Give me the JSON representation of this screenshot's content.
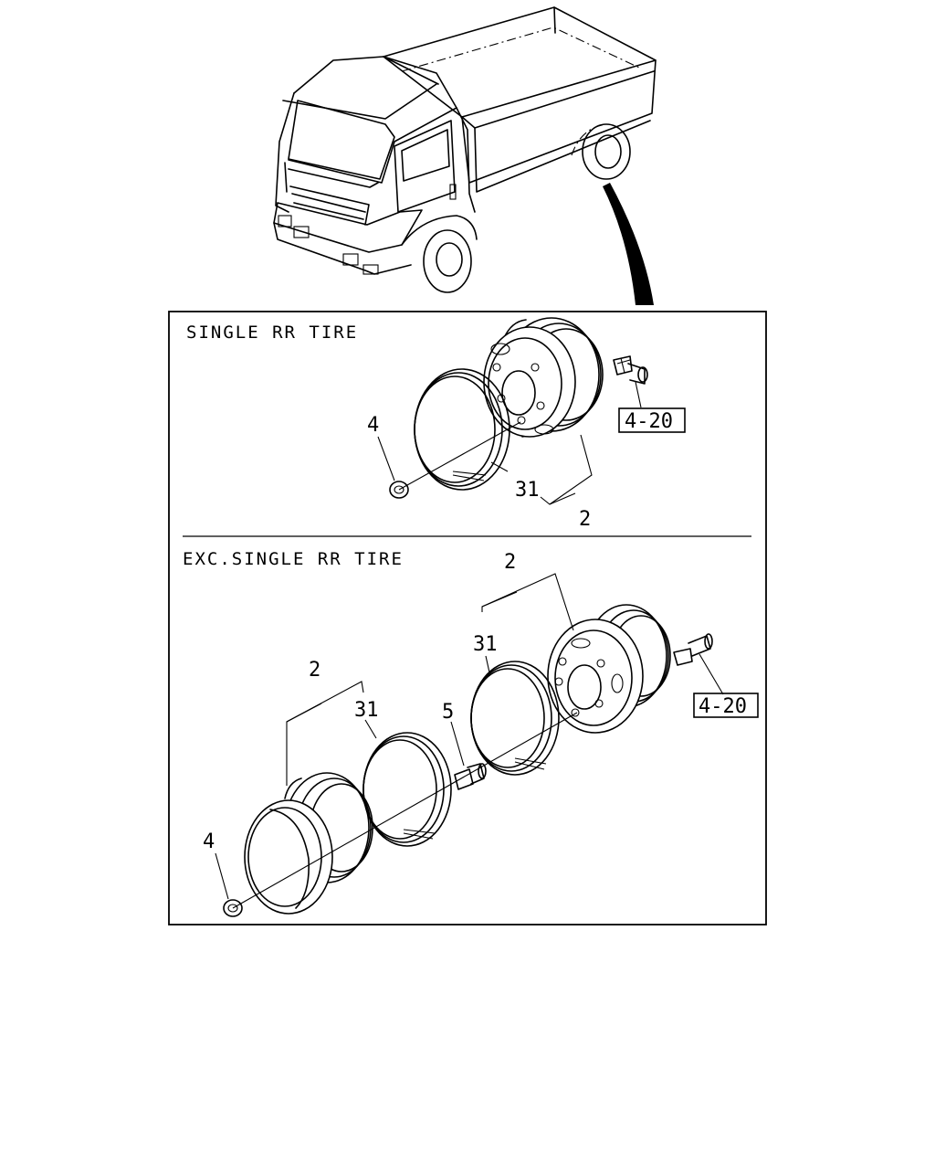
{
  "sections": [
    {
      "title": "SINGLE RR TIRE",
      "callouts": [
        "4",
        "31",
        "2"
      ],
      "reference": "4-20"
    },
    {
      "title": "EXC.SINGLE RR TIRE",
      "callouts": [
        "2",
        "31",
        "31",
        "5",
        "2",
        "4"
      ],
      "reference": "4-20"
    }
  ],
  "colors": {
    "line": "#000000",
    "background": "#ffffff"
  }
}
